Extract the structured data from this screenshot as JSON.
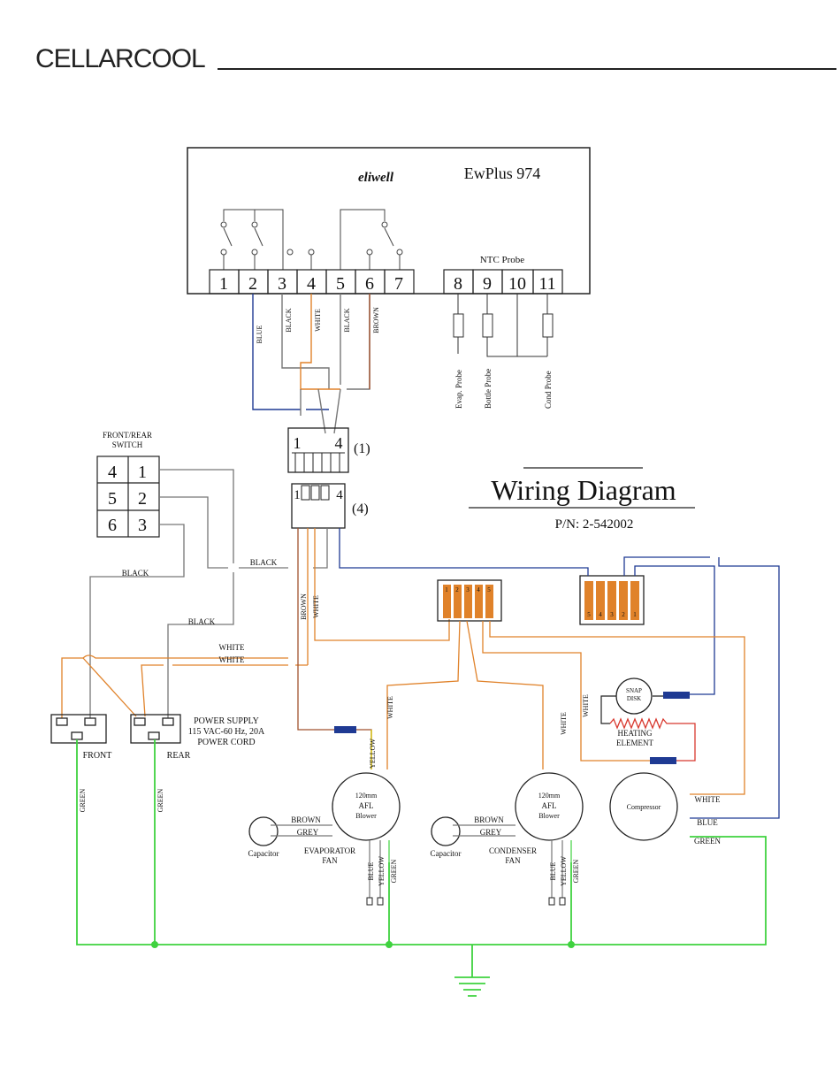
{
  "brand": "CELLARCOOL",
  "controller": {
    "logo": "eliwell",
    "model": "EwPlus 974",
    "ntc_label": "NTC Probe",
    "terminals": [
      "1",
      "2",
      "3",
      "4",
      "5",
      "6",
      "7",
      "8",
      "9",
      "10",
      "11"
    ],
    "probes": [
      "Evap. Probe",
      "Bottle Probe",
      "Cond Probe"
    ]
  },
  "title": {
    "main": "Wiring Diagram",
    "part_number": "P/N: 2-542002"
  },
  "wire_labels": {
    "t2": "BLUE",
    "t3": "BLACK",
    "t4": "WHITE",
    "t5": "BLACK",
    "t6": "BROWN",
    "brown_vert": "BROWN",
    "white_vert": "WHITE",
    "black_switch_top": "BLACK",
    "black_left": "BLACK",
    "black_mid": "BLACK",
    "white_1": "WHITE",
    "white_2": "WHITE",
    "evap_white": "WHITE",
    "cond_white_1": "WHITE",
    "cond_white_2": "WHITE",
    "yellow": "YELLOW",
    "green_front": "GREEN",
    "green_rear": "GREEN",
    "comp_white": "WHITE",
    "comp_blue": "BLUE",
    "comp_green": "GREEN"
  },
  "connectors": {
    "plug_a": {
      "left": "1",
      "right": "4",
      "tag": "(1)"
    },
    "plug_b": {
      "left": "1",
      "right": "4",
      "tag": "(4)"
    },
    "block_a": [
      "1",
      "2",
      "3",
      "4",
      "5"
    ],
    "block_b": [
      "5",
      "4",
      "3",
      "2",
      "1"
    ]
  },
  "switch": {
    "title_line1": "FRONT/REAR",
    "title_line2": "SWITCH",
    "cells": [
      "4",
      "1",
      "5",
      "2",
      "6",
      "3"
    ]
  },
  "power": {
    "front": "FRONT",
    "rear": "REAR",
    "line1": "POWER SUPPLY",
    "line2": "115 VAC-60 Hz, 20A",
    "line3": "POWER CORD"
  },
  "evap_fan": {
    "line1": "120mm",
    "line2": "AFL",
    "line3": "Blower",
    "label1": "EVAPORATOR",
    "label2": "FAN",
    "capacitor": "Capacitor",
    "brown": "BROWN",
    "grey": "GREY",
    "leads": [
      "BLUE",
      "YELLOW",
      "GREEN"
    ]
  },
  "cond_fan": {
    "line1": "120mm",
    "line2": "AFL",
    "line3": "Blower",
    "label1": "CONDENSER",
    "label2": "FAN",
    "capacitor": "Capacitor",
    "brown": "BROWN",
    "grey": "GREY",
    "leads": [
      "BLUE",
      "YELLOW",
      "GREEN"
    ]
  },
  "snap_disk": {
    "line1": "SNAP",
    "line2": "DISK"
  },
  "heater": {
    "line1": "HEATING",
    "line2": "ELEMENT"
  },
  "compressor": "Compressor",
  "colors": {
    "blue": "#1f3a93",
    "orange": "#e0822a",
    "brown": "#a0522d",
    "black": "#333333",
    "gray": "#777777",
    "green": "#3fd23f",
    "red": "#d8382e"
  }
}
